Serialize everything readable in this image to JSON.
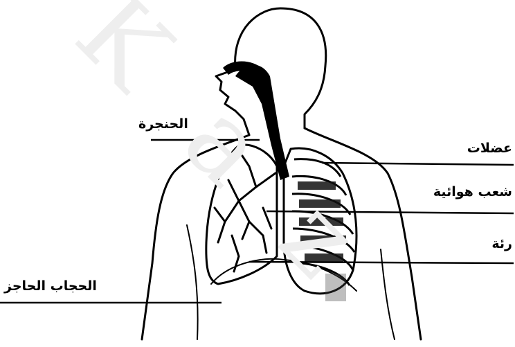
{
  "labels": {
    "larynx": "الحنجرة",
    "muscles": "عضلات",
    "bronchi": "شعب هوائية",
    "lung": "رئة",
    "diaphragm": "الحجاب الحاجز"
  },
  "colors": {
    "ink": "#000000",
    "background": "#ffffff",
    "watermark": "#eeeeee"
  }
}
